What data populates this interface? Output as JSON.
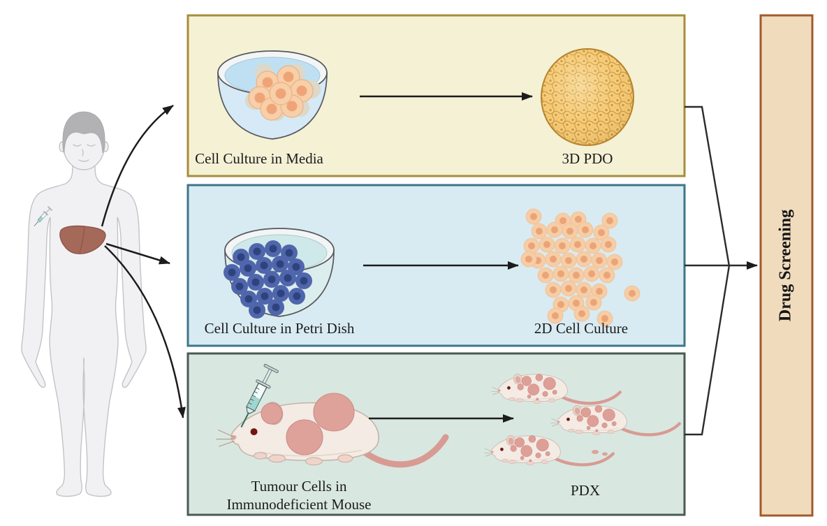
{
  "diagram": {
    "arrow_color": "#1c1c1c",
    "panels": [
      {
        "name": "organoid",
        "bg": "#f4f1d5",
        "border": "#a68d3a",
        "source_label": "Cell Culture in Media",
        "result_label": "3D PDO"
      },
      {
        "name": "cell-culture-2d",
        "bg": "#d9ebf2",
        "border": "#3c7689",
        "source_label": "Cell Culture in Petri Dish",
        "result_label": "2D Cell Culture"
      },
      {
        "name": "pdx",
        "bg": "#d9e7e1",
        "border": "#4b5a54",
        "source_label_line1": "Tumour Cells in",
        "source_label_line2": "Immunodeficient Mouse",
        "result_label": "PDX"
      }
    ],
    "endpoint": {
      "label": "Drug Screening",
      "bg": "#f0dcbd",
      "border": "#a15a2c"
    },
    "icons": {
      "patient": "patient-figure-icon",
      "liver": "liver-icon",
      "syringe": "syringe-icon",
      "petri_dish": "petri-dish-icon",
      "organoid_sphere": "organoid-icon",
      "cell_cluster": "cell-cluster-icon",
      "mouse": "mouse-icon"
    }
  }
}
